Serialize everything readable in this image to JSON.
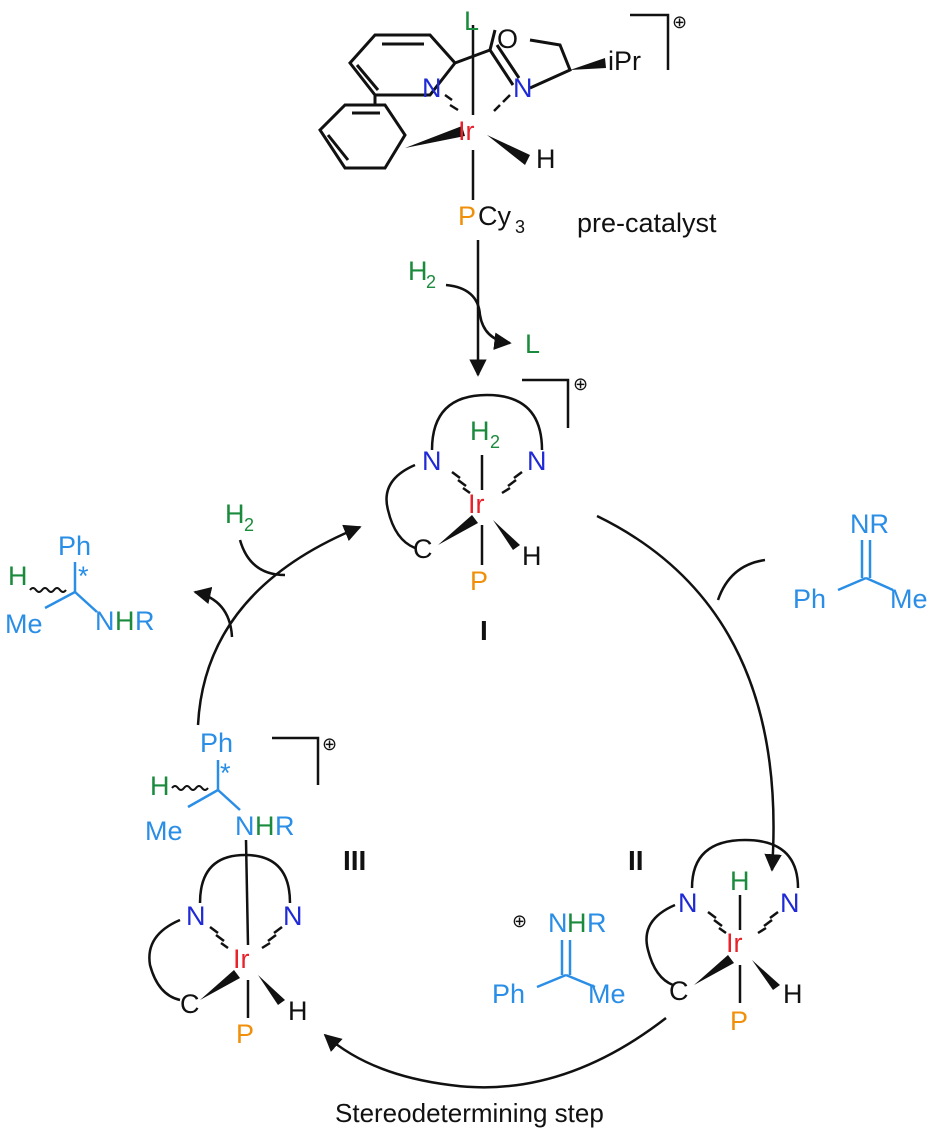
{
  "colors": {
    "black": "#111111",
    "iridium": "#e8222a",
    "nitrogen": "#1f2ad6",
    "phosphorus": "#f0900a",
    "hydrogen_green": "#1a8a3c",
    "substrate_blue": "#2a8ee6"
  },
  "atoms": {
    "ir": "Ir",
    "n": "N",
    "c": "C",
    "p": "P",
    "h": "H",
    "o": "O",
    "l": "L"
  },
  "precatalyst": {
    "ligand_l": "L",
    "ipr": "iPr",
    "pcy3_p": "P",
    "pcy3_cy": "Cy",
    "pcy3_sub": "3",
    "charge": "⊕",
    "label": "pre-catalyst"
  },
  "activation": {
    "h2_h": "H",
    "h2_sub": "2",
    "releases": "L"
  },
  "intermediate_I": {
    "label": "I",
    "h2_h": "H",
    "h2_sub": "2",
    "charge": "⊕"
  },
  "intermediate_II": {
    "label": "II"
  },
  "intermediate_III": {
    "label": "III",
    "charge": "⊕"
  },
  "imine_substrate": {
    "nr": "NR",
    "ph": "Ph",
    "me": "Me"
  },
  "iminium": {
    "charge": "⊕",
    "n": "N",
    "h": "H",
    "r": "R",
    "ph": "Ph",
    "me": "Me"
  },
  "amine_product": {
    "ph": "Ph",
    "h": "H",
    "me": "Me",
    "n": "N",
    "nh_h": "H",
    "r": "R",
    "star": "*"
  },
  "h2_input_cycle": {
    "h": "H",
    "sub": "2"
  },
  "caption": "Stereodetermining step"
}
